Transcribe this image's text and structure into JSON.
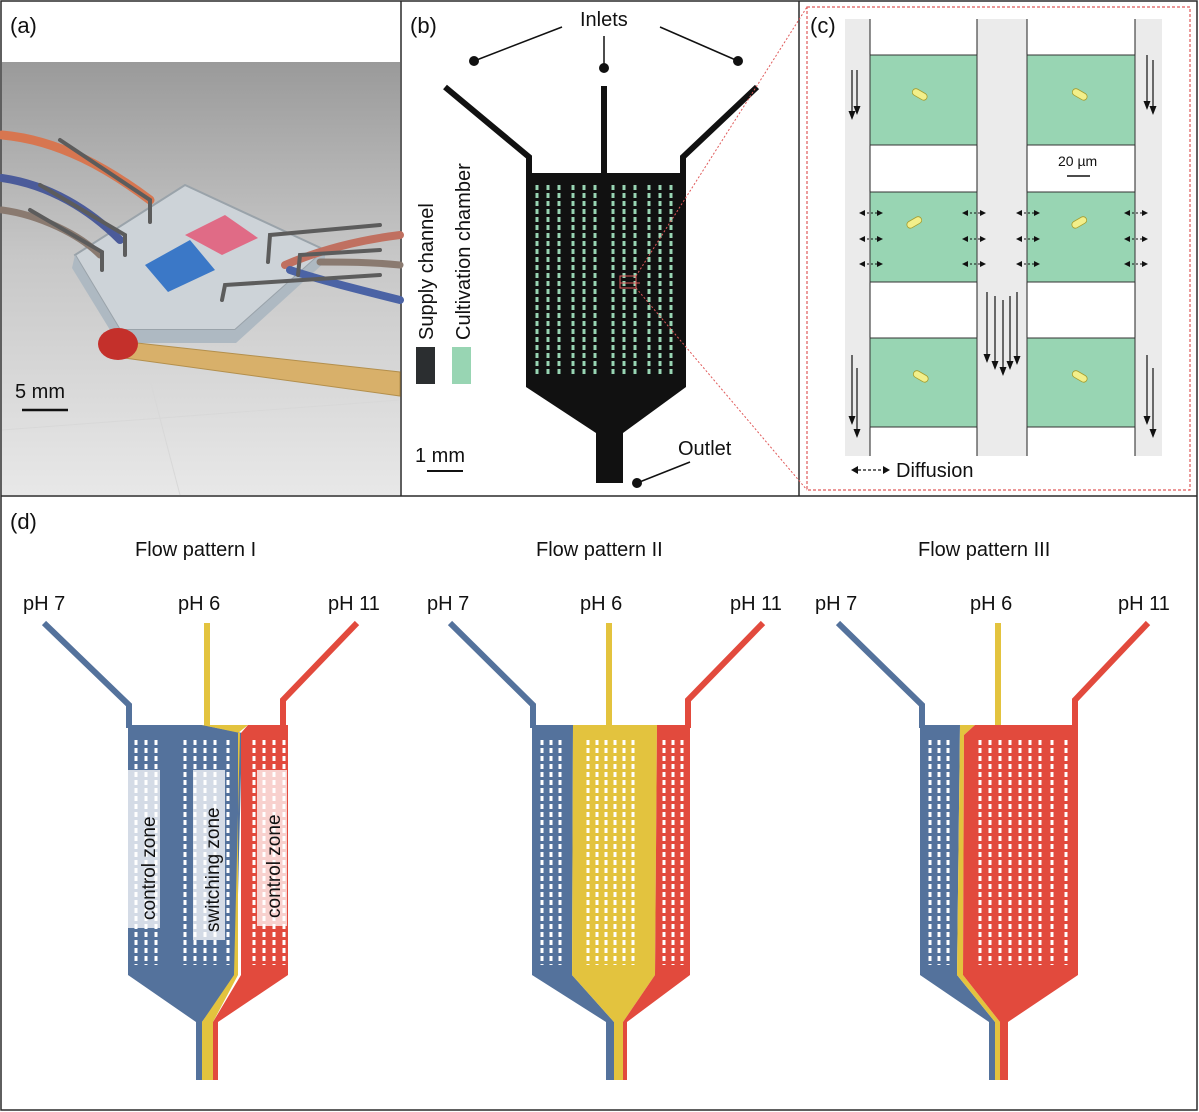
{
  "panels": {
    "a": {
      "label": "(a)",
      "scale_bar": "5 mm"
    },
    "b": {
      "label": "(b)",
      "inlets": "Inlets",
      "outlet": "Outlet",
      "legend_supply": "Supply channel",
      "legend_cultivation": "Cultivation chamber",
      "scale_bar": "1 mm"
    },
    "c": {
      "label": "(c)",
      "scale_bar": "20 µm",
      "diffusion": "Diffusion"
    },
    "d": {
      "label": "(d)",
      "patterns": [
        {
          "title": "Flow pattern I",
          "inlets": [
            "pH 7",
            "pH 6",
            "pH 11"
          ],
          "zones": [
            "control zone",
            "switching zone",
            "control zone"
          ]
        },
        {
          "title": "Flow pattern II",
          "inlets": [
            "pH 7",
            "pH 6",
            "pH 11"
          ]
        },
        {
          "title": "Flow pattern III",
          "inlets": [
            "pH 7",
            "pH 6",
            "pH 11"
          ]
        }
      ]
    }
  },
  "colors": {
    "ph7": "#54729c",
    "ph6": "#e3c33e",
    "ph11": "#e24a3d",
    "chamber": "#98d5b3",
    "supply": "#1a1a1a",
    "cell": "#f2ef8a",
    "frame": "#2a2a2a",
    "zoom": "#e05a5a"
  }
}
